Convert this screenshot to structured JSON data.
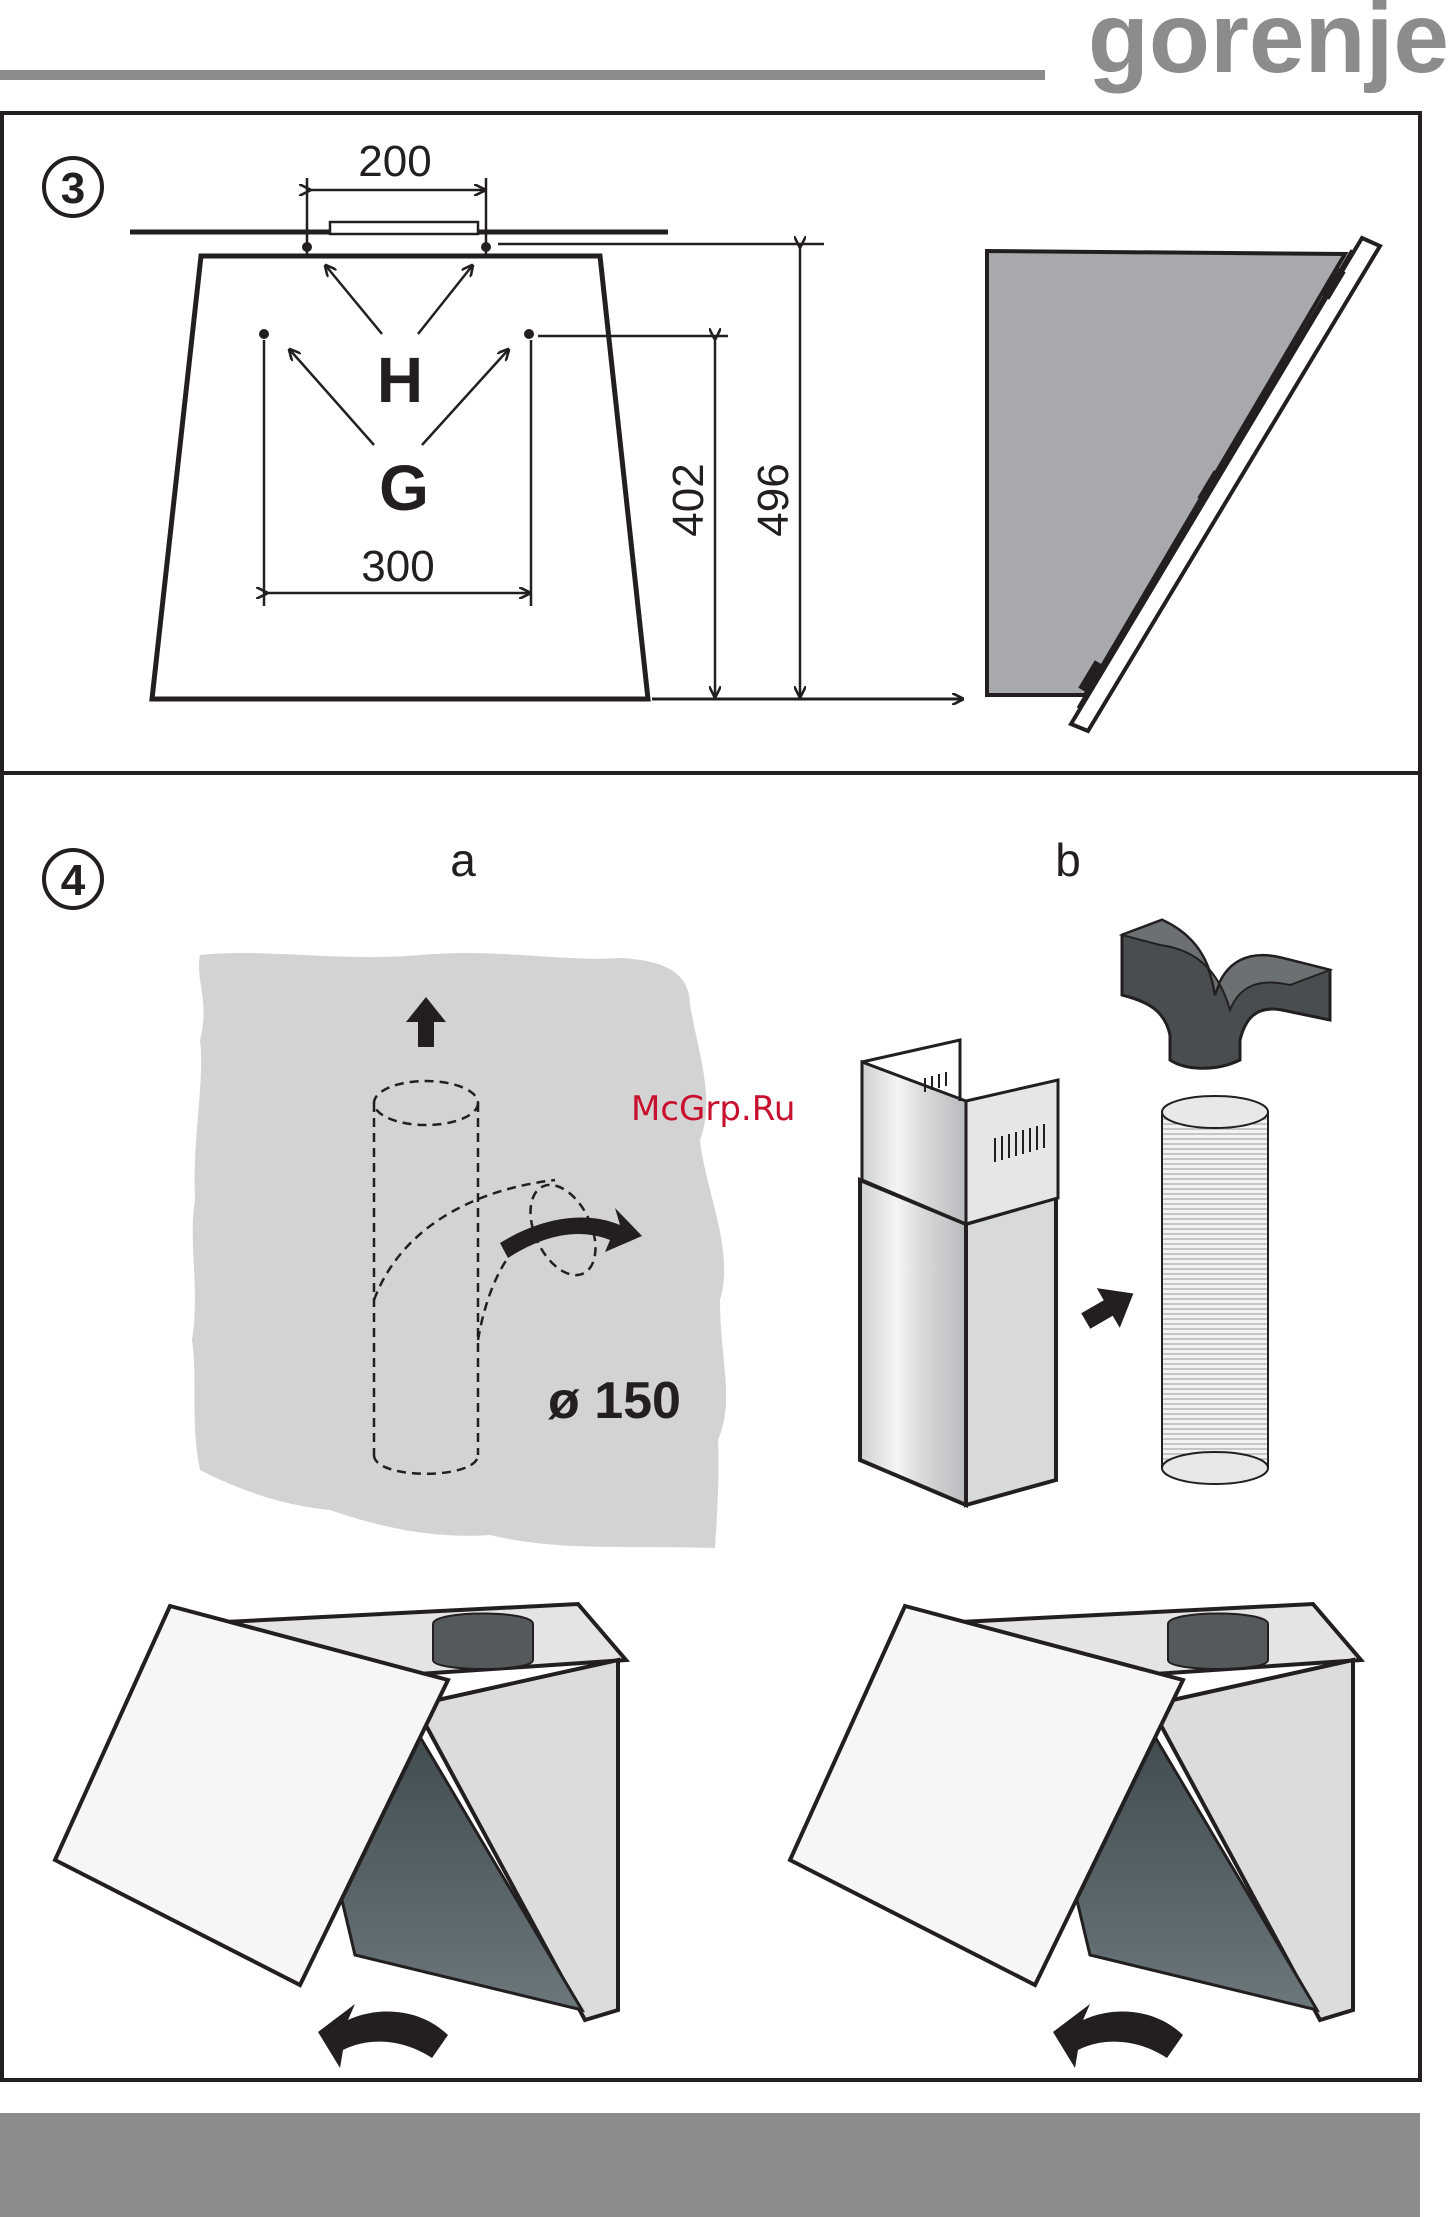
{
  "header": {
    "brand": "gorenje"
  },
  "step3": {
    "number": "3",
    "dim_top_width": "200",
    "label_h": "H",
    "label_g": "G",
    "dim_bottom_width": "300",
    "dim_height_inner": "402",
    "dim_height_outer": "496"
  },
  "step4": {
    "number": "4",
    "label_a": "a",
    "label_b": "b",
    "duct_diameter": "ø 150",
    "watermark": "McGrp.Ru"
  },
  "colors": {
    "brand_grey": "#8c8c8c",
    "line": "#231f20",
    "wall_grey": "#d3d3d3",
    "panel_grey": "#a7a9ac",
    "footer_bar": "#8c8c8c",
    "watermark": "#c8102e"
  }
}
